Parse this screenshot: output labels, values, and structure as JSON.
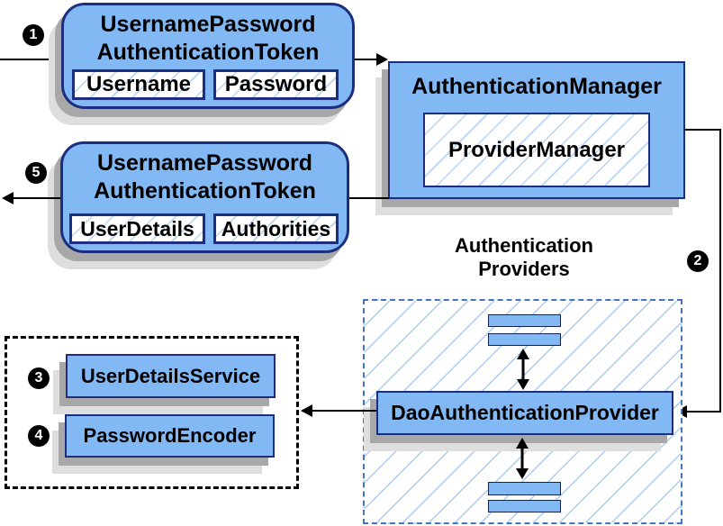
{
  "steps": {
    "s1": "1",
    "s2": "2",
    "s3": "3",
    "s4": "4",
    "s5": "5"
  },
  "request_token": {
    "title_line1": "UsernamePassword",
    "title_line2": "AuthenticationToken",
    "field_left": "Username",
    "field_right": "Password"
  },
  "result_token": {
    "title_line1": "UsernamePassword",
    "title_line2": "AuthenticationToken",
    "field_left": "UserDetails",
    "field_right": "Authorities"
  },
  "auth_manager": {
    "title": "AuthenticationManager",
    "inner": "ProviderManager"
  },
  "providers": {
    "heading_line1": "Authentication",
    "heading_line2": "Providers",
    "dao": "DaoAuthenticationProvider"
  },
  "collaborators": {
    "user_details_service": "UserDetailsService",
    "password_encoder": "PasswordEncoder"
  },
  "colors": {
    "node_fill": "#82b8f4",
    "node_border": "#1c2e7d",
    "hatch_line": "#b9d4f4",
    "dashed_border": "#4472c4",
    "shadow": "#a8a8a8",
    "connector": "#000000",
    "badge_bg": "#000000",
    "badge_text": "#ffffff"
  }
}
